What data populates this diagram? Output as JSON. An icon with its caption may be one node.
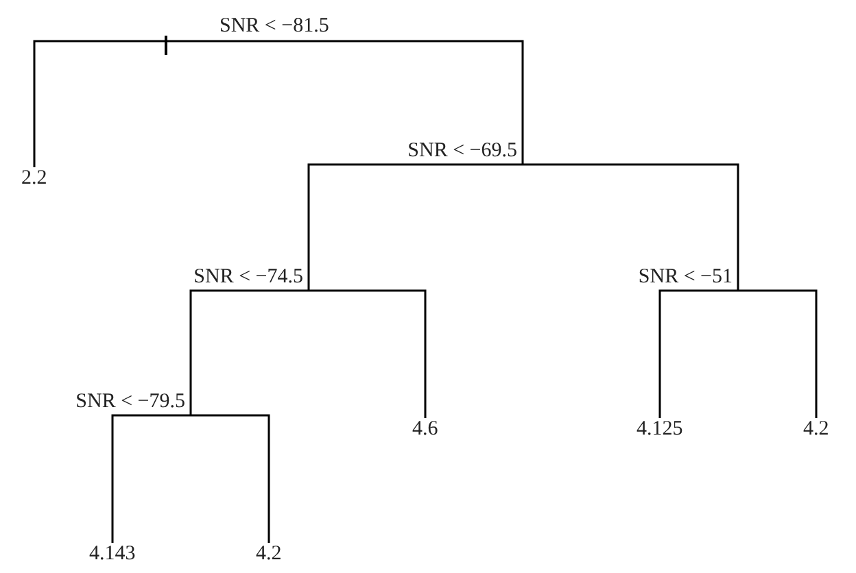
{
  "diagram": {
    "nodes": [
      {
        "text": [
          "SNR < −81.5"
        ]
      },
      {
        "text": [
          "2.2"
        ]
      },
      {
        "text": [
          "SNR < −69.5"
        ]
      },
      {
        "text": [
          "SNR < −74.5"
        ]
      },
      {
        "text": [
          "SNR < −51"
        ]
      },
      {
        "text": [
          "SNR < −79.5"
        ]
      },
      {
        "text": [
          "4.6"
        ]
      },
      {
        "text": [
          "4.125"
        ]
      },
      {
        "text": [
          "4.2"
        ]
      },
      {
        "text": [
          "4.143"
        ]
      },
      {
        "text": [
          "4.2"
        ]
      }
    ],
    "edges": [
      {
        "from": 0,
        "to": 1,
        "arrow": "none"
      },
      {
        "from": 0,
        "to": 2,
        "arrow": "none"
      },
      {
        "from": 2,
        "to": 3,
        "arrow": "none"
      },
      {
        "from": 2,
        "to": 4,
        "arrow": "none"
      },
      {
        "from": 3,
        "to": 5,
        "arrow": "none"
      },
      {
        "from": 3,
        "to": 6,
        "arrow": "none"
      },
      {
        "from": 4,
        "to": 7,
        "arrow": "none"
      },
      {
        "from": 4,
        "to": 8,
        "arrow": "none"
      },
      {
        "from": 5,
        "to": 9,
        "arrow": "none"
      },
      {
        "from": 5,
        "to": 10,
        "arrow": "none"
      }
    ]
  }
}
